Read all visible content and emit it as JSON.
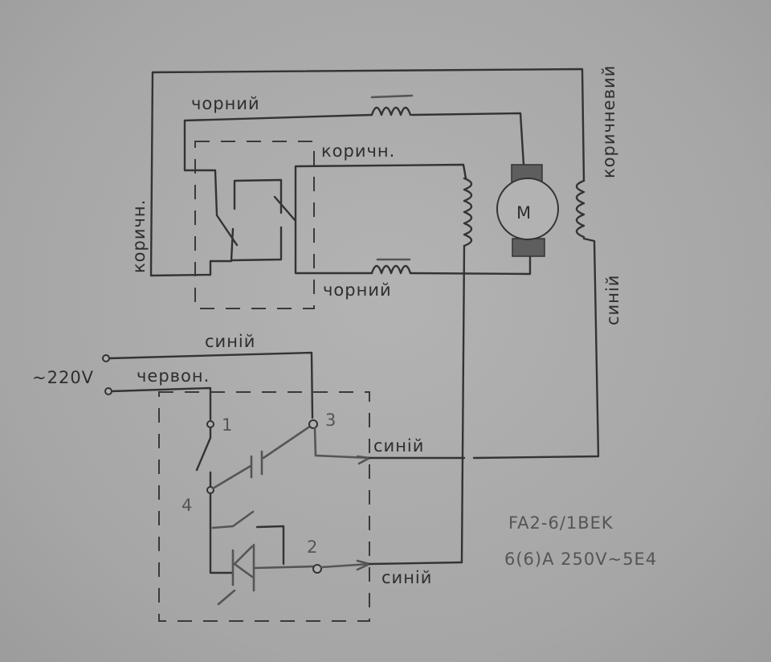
{
  "diagram": {
    "type": "hand-drawn wiring schematic",
    "background_color": "#a9a9a9",
    "ink_color": "#333333",
    "motor": {
      "label": "M"
    },
    "wire_labels": {
      "top_black": "чорний",
      "left_brown": "коричн.",
      "inner_brown": "коричн.",
      "bottom_black": "чорний",
      "right_brown": "коричневий",
      "right_blue": "синій",
      "supply_blue": "синій",
      "supply_red": "червон.",
      "terminal3_blue": "синій",
      "terminal2_blue": "синій"
    },
    "supply": {
      "voltage_label": "~220V"
    },
    "terminals": {
      "t1": "1",
      "t2": "2",
      "t3": "3",
      "t4": "4"
    },
    "part_marking": {
      "model": "FA2-6/1BEK",
      "rating": "6(6)A 250V~5E4"
    }
  }
}
